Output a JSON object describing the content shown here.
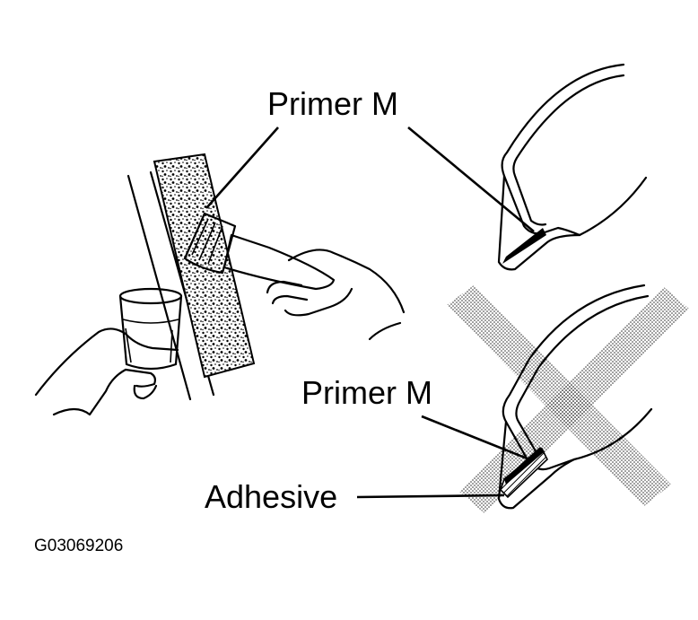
{
  "labels": {
    "primer_top": "Primer M",
    "primer_bottom": "Primer M",
    "adhesive": "Adhesive",
    "figure_code": "G03069206"
  },
  "icons": {
    "brush": "paint-brush-illustration",
    "cup": "primer-cup-illustration",
    "cross": "incorrect-x-mark"
  },
  "colors": {
    "ink": "#000000",
    "background": "#ffffff"
  }
}
